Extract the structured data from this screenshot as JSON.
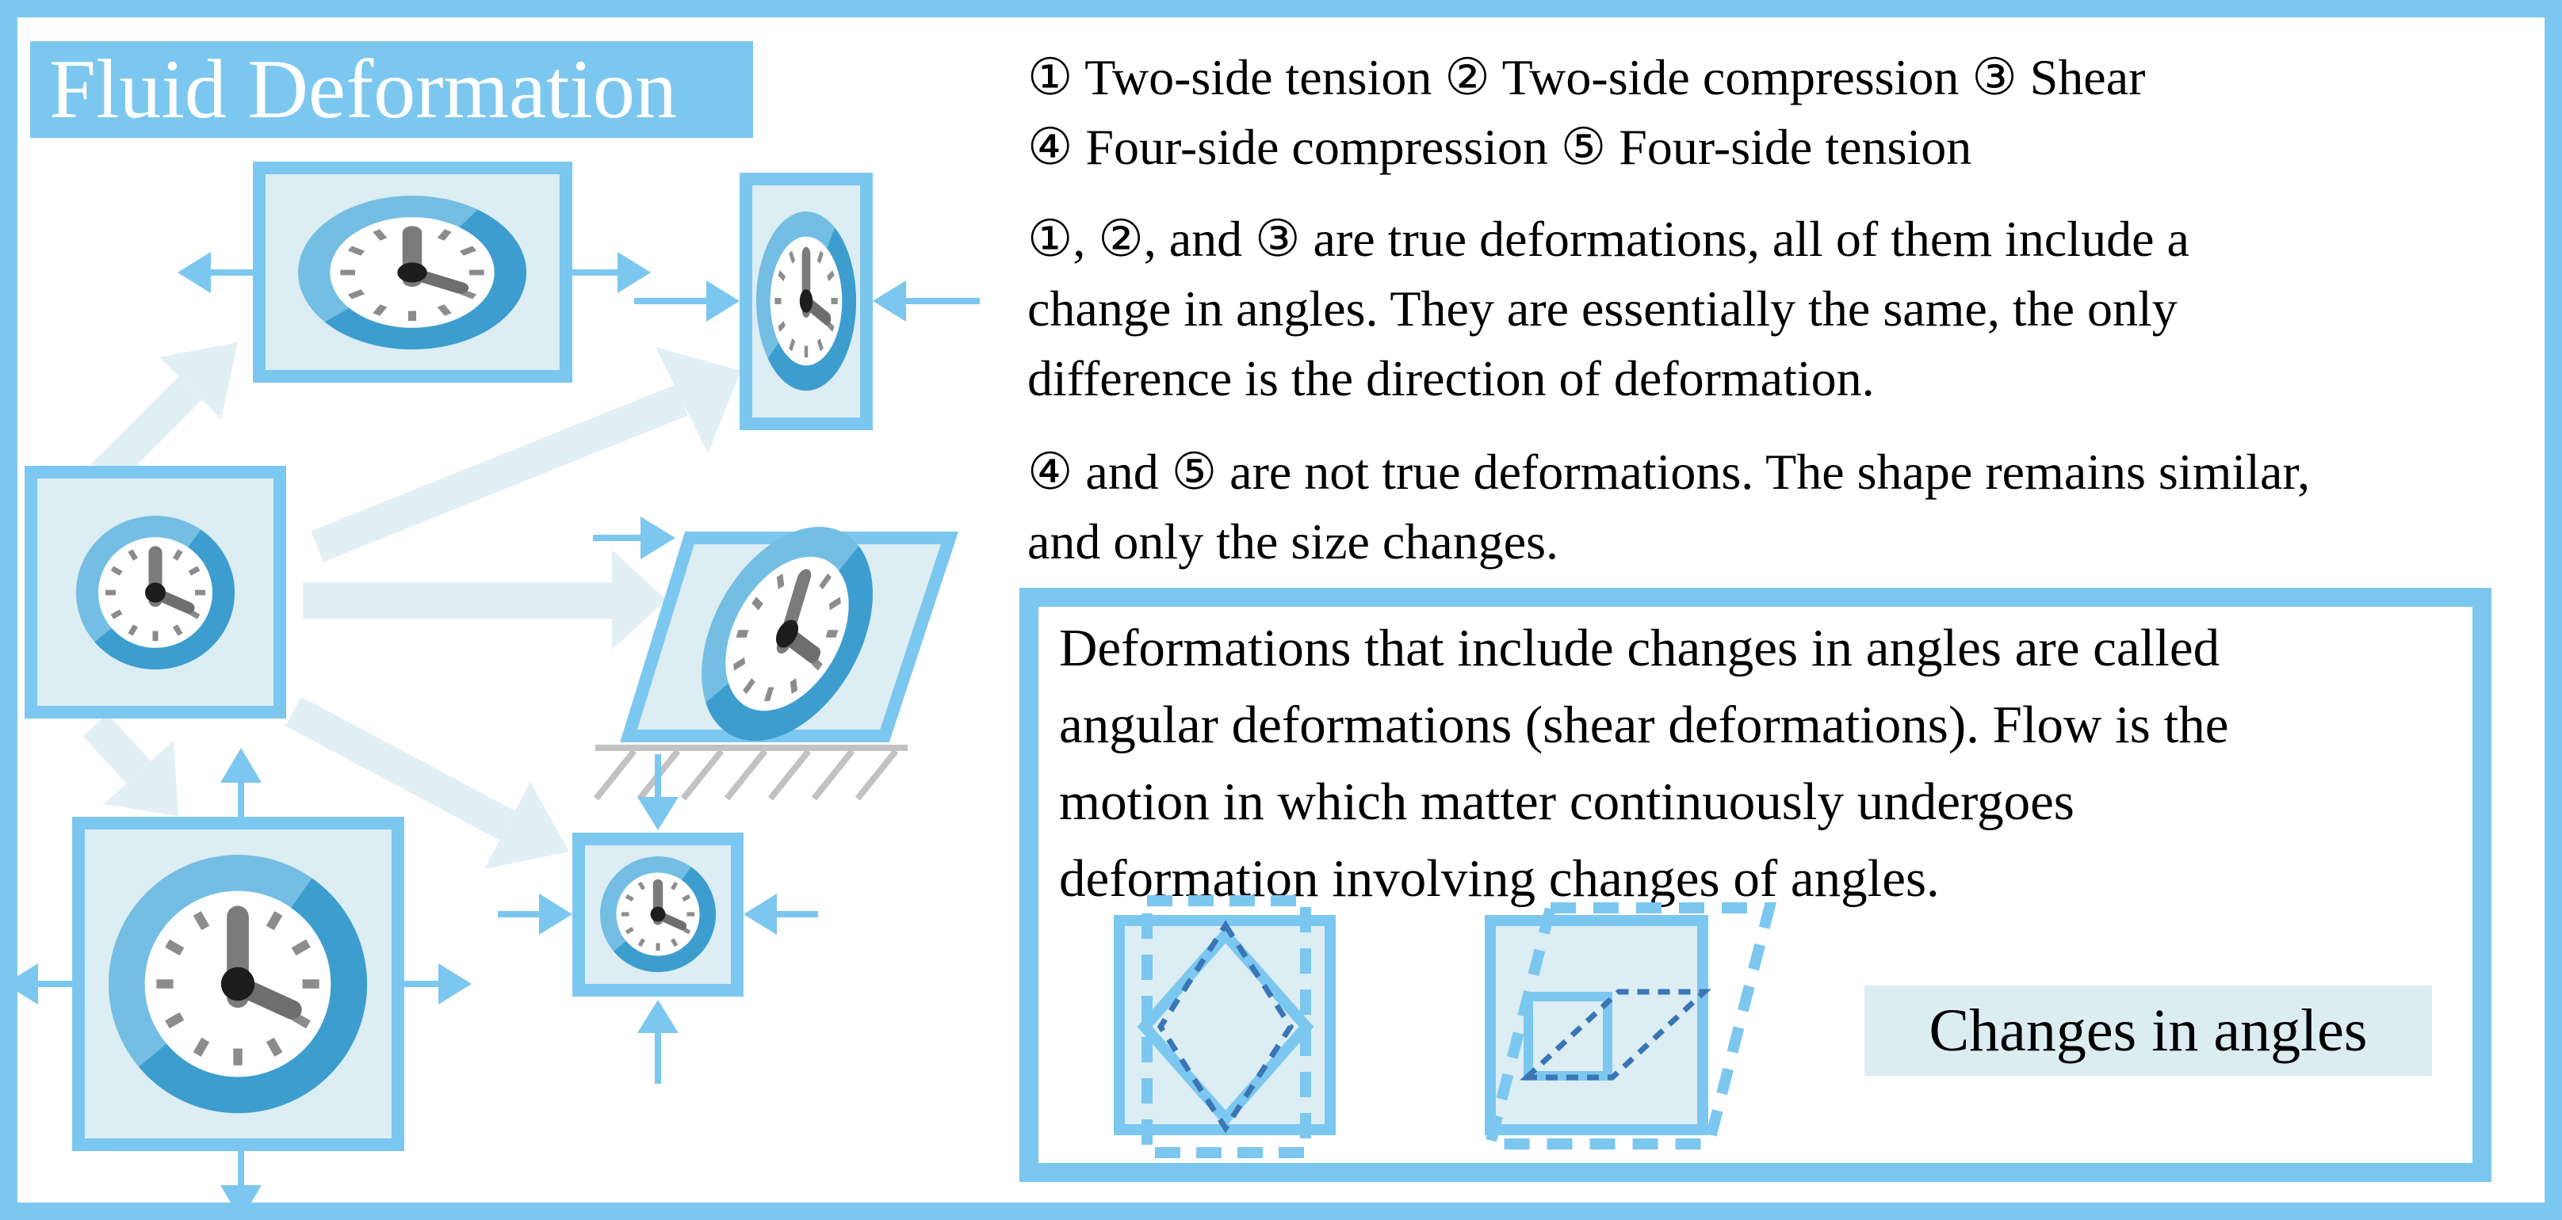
{
  "page": {
    "title": "Fluid Deformation"
  },
  "right_column": {
    "legend": "① Two-side tension ② Two-side compression ③ Shear\n④ Four-side compression ⑤ Four-side tension",
    "paragraph1": "①, ②, and ③ are true deformations, all of them include a\nchange in angles.  They are essentially the same, the only\ndifference is the direction of deformation.",
    "paragraph2": "④ and ⑤ are not true deformations. The shape remains similar,\nand only the size changes."
  },
  "info_box": {
    "text": "Deformations that include changes in angles are called\nangular deformations (shear deformations). Flow is the\nmotion in which matter continuously undergoes\ndeformation involving changes of angles.",
    "caption": "Changes in angles"
  },
  "illustration": {
    "figures": [
      {
        "name": "clock-original",
        "role": "undeformed fluid element"
      },
      {
        "name": "clock-two-side-tension",
        "role": "① horizontally stretched, outward arrows"
      },
      {
        "name": "clock-two-side-compression",
        "role": "② horizontally squeezed, inward arrows"
      },
      {
        "name": "clock-shear",
        "role": "③ parallelogram on hatched ground, shear arrow"
      },
      {
        "name": "clock-four-side-tension",
        "role": "⑤ enlarged, outward arrows on four sides"
      },
      {
        "name": "clock-four-side-compression",
        "role": "④ shrunk, inward arrows on four sides"
      },
      {
        "name": "diamond-angular-deformation",
        "role": "square deformed into diamond (dashed outlines)"
      },
      {
        "name": "sheared-square-deformation",
        "role": "small square sheared into parallelogram (dashed outlines)"
      }
    ],
    "icons": [
      "clock-icon"
    ]
  },
  "colors": {
    "accent_blue": "#7CC7EF",
    "panel_fill": "#DCEDF3",
    "clock_ring_dark": "#3D9DCF",
    "clock_ring_light": "#74BEE3",
    "faint_arrow": "#E2F0F5",
    "dashed_dark_blue": "#3A76B5",
    "caption_background": "#DCEDF0",
    "ground_gray": "#C2C2C2",
    "text_black": "#000000",
    "title_text": "#FFFFFF"
  }
}
